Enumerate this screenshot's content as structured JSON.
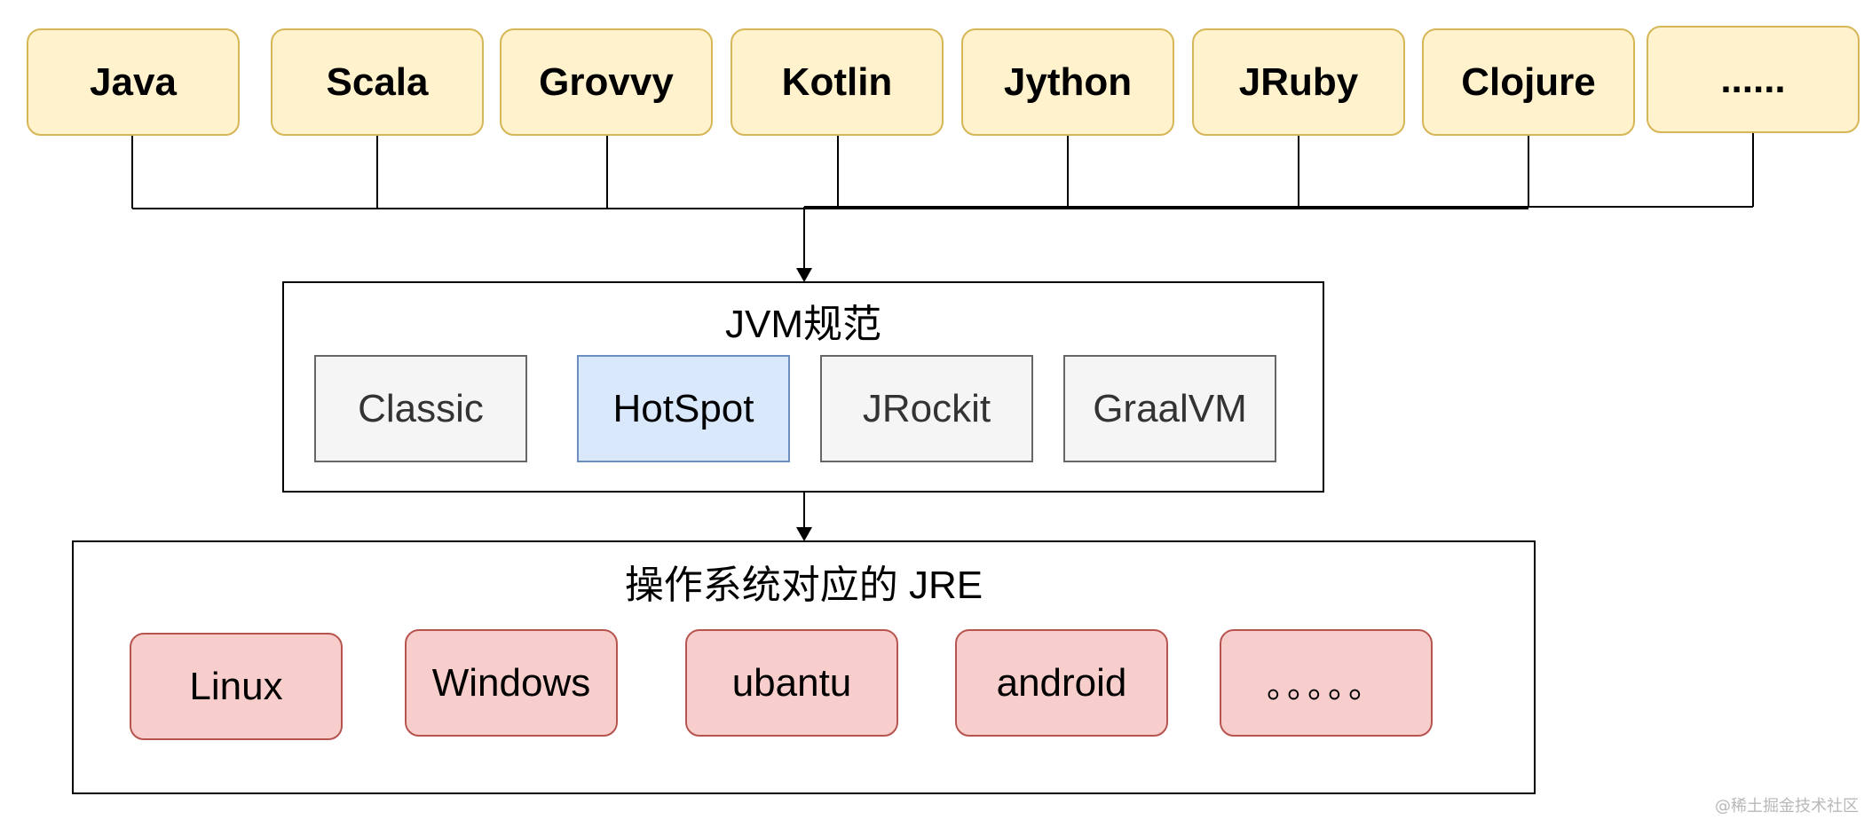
{
  "languages": [
    {
      "label": "Java"
    },
    {
      "label": "Scala"
    },
    {
      "label": "Grovvy"
    },
    {
      "label": "Kotlin"
    },
    {
      "label": "Jython"
    },
    {
      "label": "JRuby"
    },
    {
      "label": "Clojure"
    },
    {
      "label": "......"
    }
  ],
  "jvm_spec": {
    "title": "JVM规范",
    "implementations": [
      {
        "label": "Classic"
      },
      {
        "label": "HotSpot"
      },
      {
        "label": "JRockit"
      },
      {
        "label": "GraalVM"
      }
    ]
  },
  "os_jre": {
    "title": "操作系统对应的 JRE",
    "items": [
      {
        "label": "Linux"
      },
      {
        "label": "Windows"
      },
      {
        "label": "ubantu"
      },
      {
        "label": "android"
      },
      {
        "label": "。。。。。"
      }
    ]
  },
  "watermark": "@稀土掘金技术社区",
  "colors": {
    "language_fill": "#fff2cc",
    "language_stroke": "#d6b656",
    "vm_fill": "#f5f5f5",
    "vm_stroke": "#666666",
    "highlight_fill": "#dae8fc",
    "highlight_stroke": "#6c8ebf",
    "os_fill": "#f8cecc",
    "os_stroke": "#b85450"
  }
}
